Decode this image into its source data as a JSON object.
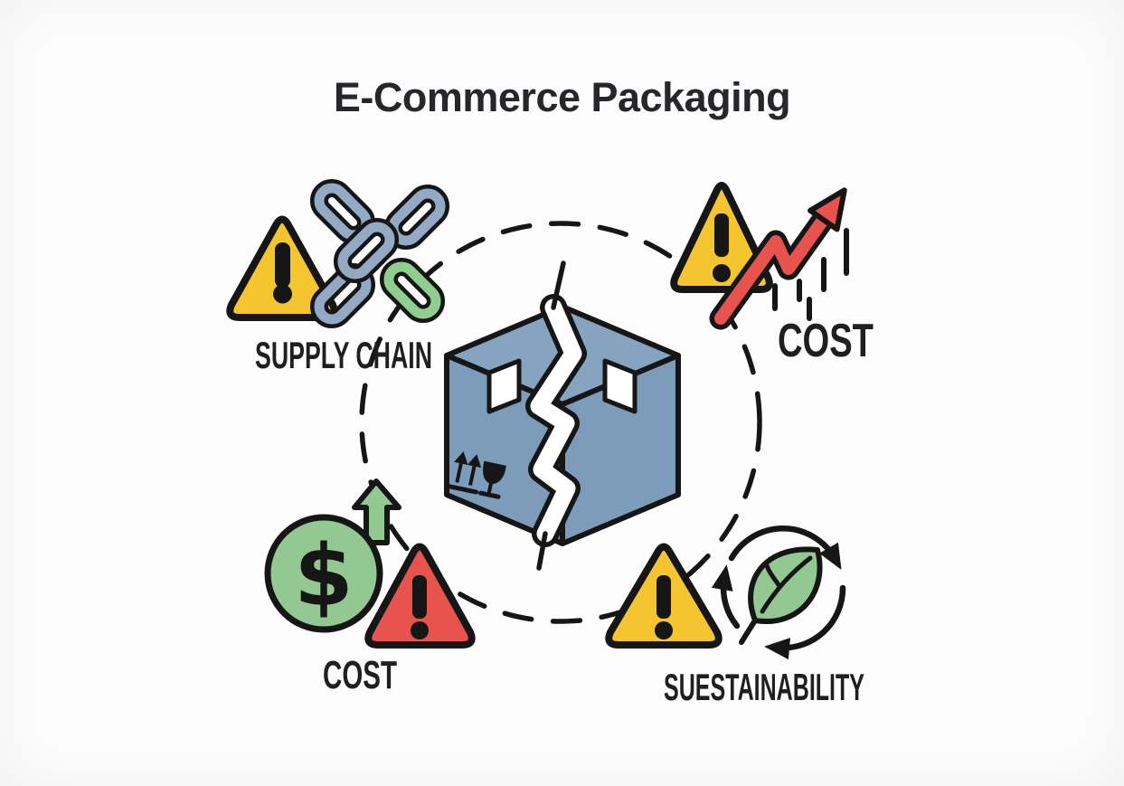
{
  "title": "E-Commerce Packaging",
  "center": {
    "icon": "broken-package-box-icon"
  },
  "groups": {
    "supply_chain": {
      "label": "SUPPLY CHAIN",
      "icons": [
        "warning-triangle-icon",
        "broken-chain-icon"
      ]
    },
    "cost_top_right": {
      "label": "COST",
      "icons": [
        "warning-triangle-icon",
        "rising-cost-arrow-icon",
        "falling-dashes"
      ]
    },
    "cost_bottom_left": {
      "label": "COST",
      "dollar_glyph": "$",
      "icons": [
        "dollar-coin-icon",
        "growth-arrow-icon",
        "warning-triangle-icon"
      ]
    },
    "sustainability": {
      "label": "SUESTAINABILITY",
      "icons": [
        "warning-triangle-icon",
        "leaf-icon",
        "recycle-arrows-icon"
      ]
    }
  },
  "colors": {
    "background": "#FDFDFD",
    "outline": "#161616",
    "text": "#1F1F1F",
    "warning_yellow": "#F4C52F",
    "alert_red": "#E8534E",
    "eco_green": "#94C892",
    "box_blue": "#7C9CBA",
    "box_blue_light": "#86A4C0",
    "chain_blue": "#93AAC5",
    "chain_green": "#8FCE8F",
    "arrow_red": "#E8534E"
  }
}
